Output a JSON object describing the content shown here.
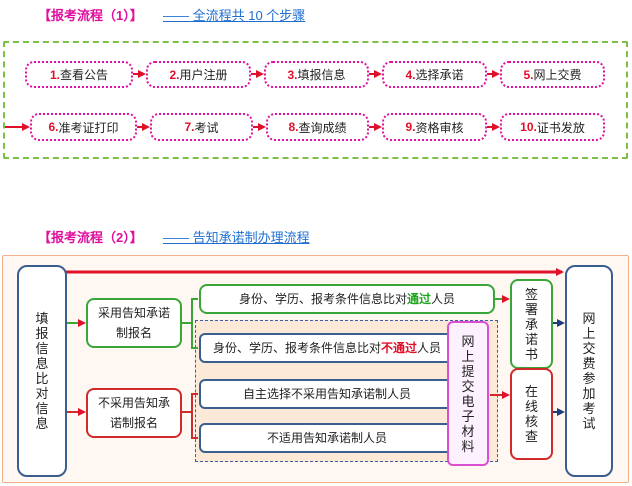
{
  "section1": {
    "title": "【报考流程（1）】",
    "link": "—— 全流程共 10 个步骤",
    "steps": [
      {
        "num": "1.",
        "label": "查看公告"
      },
      {
        "num": "2.",
        "label": "用户注册"
      },
      {
        "num": "3.",
        "label": "填报信息"
      },
      {
        "num": "4.",
        "label": "选择承诺"
      },
      {
        "num": "5.",
        "label": "网上交费"
      },
      {
        "num": "6.",
        "label": "准考证打印"
      },
      {
        "num": "7.",
        "label": "考试"
      },
      {
        "num": "8.",
        "label": "查询成绩"
      },
      {
        "num": "9.",
        "label": "资格审核"
      },
      {
        "num": "10.",
        "label": "证书发放"
      }
    ]
  },
  "section2": {
    "title": "【报考流程（2）】",
    "link": "—— 告知承诺制办理流程",
    "left_box": "填报信息 比对信息",
    "adopt": "采用告知承诺制报名",
    "not_adopt": "不采用告知承诺制报名",
    "row1": {
      "prefix": "身份、学历、报考条件信息比对",
      "highlight": "通过",
      "suffix": "人员"
    },
    "row2": {
      "prefix": "身份、学历、报考条件信息比对",
      "highlight": "不通过",
      "suffix": "人员"
    },
    "row3": "自主选择不采用告知承诺制人员",
    "row4": "不适用告知承诺制人员",
    "submit_box": "网上提交电子材料",
    "sign_box": "签署承诺书",
    "verify_box": "在线核查",
    "right_box": "网上交费 参加考试"
  },
  "colors": {
    "accent": "#e0109e",
    "link": "#1f6fd1",
    "green": "#3aa63a",
    "red": "#d12a2a",
    "navy": "#3a5f8f",
    "dash": "#7cc142"
  }
}
